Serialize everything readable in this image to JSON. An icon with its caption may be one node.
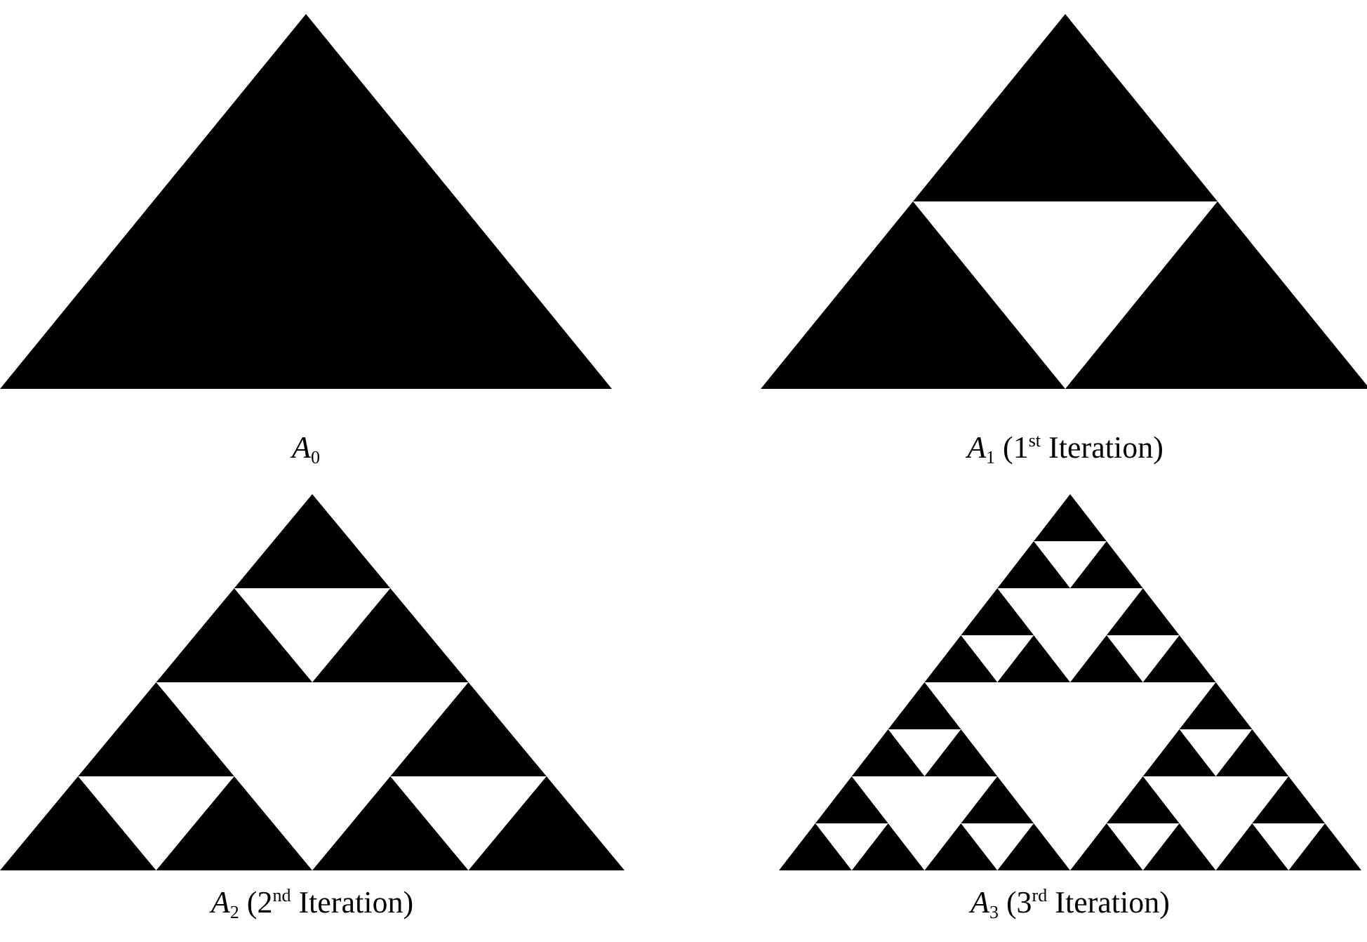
{
  "diagram": {
    "labels": [
      "*A*$_{0}$",
      "*A*$_{1}$ (1$^{st}$ Iteration)",
      "*A*$_{2}$ (2$^{nd}$ Iteration)",
      "*A*$_{3}$ (3$^{rd}$ Iteration)"
    ]
  }
}
